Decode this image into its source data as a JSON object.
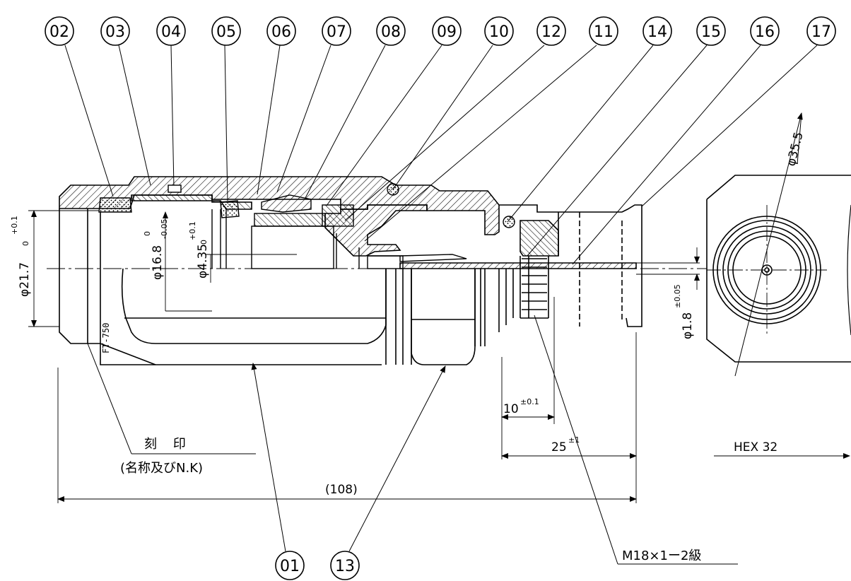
{
  "balloons": {
    "top": [
      "02",
      "03",
      "04",
      "05",
      "06",
      "07",
      "08",
      "09",
      "10",
      "12",
      "11",
      "14",
      "15",
      "16",
      "17"
    ],
    "bottom": [
      "01",
      "13"
    ]
  },
  "dimensions": {
    "d21_main": "φ21.7",
    "d21_tol_upper": "+0.1",
    "d21_tol_lower": "0",
    "d16_main": "φ16.8",
    "d16_tol_upper": "0",
    "d16_tol_lower": "-0.05",
    "d435_main": "φ4.35",
    "d435_tol_upper": "+0.1",
    "d435_tol_lower": "0",
    "d18_main": "φ1.8",
    "d18_tol": "±0.05",
    "d355": "φ35.5",
    "len10_main": "10",
    "len10_tol": "±0.1",
    "len25_main": "25",
    "len25_tol": "±1",
    "len108": "(108)",
    "hex": "HEX  32"
  },
  "notes": {
    "stamp_label": "刻    印",
    "stamp_sub": "(名称及びN.K)",
    "engraving": "FT-750",
    "thread": "M18×1ー2級"
  }
}
